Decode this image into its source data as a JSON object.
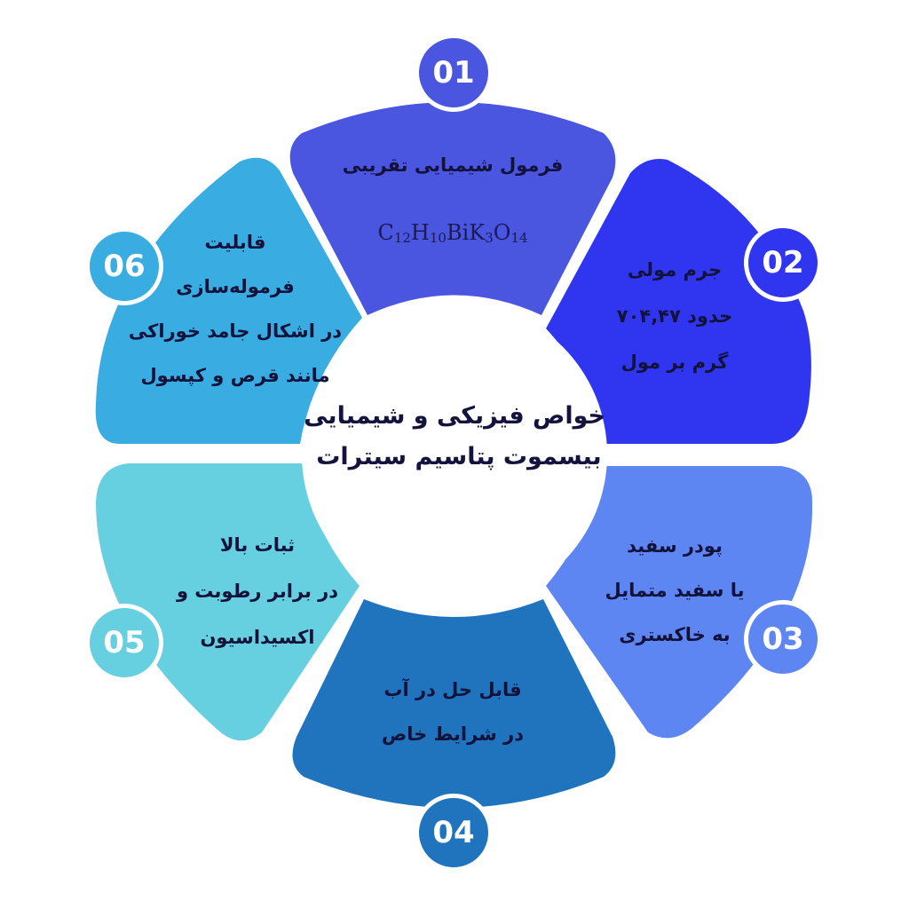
{
  "title": {
    "line1": "خواص فیزیکی و شیمیایی",
    "line2": "بیسموت پتاسیم سیترات"
  },
  "colors": {
    "s01": "#4a55e0",
    "s02": "#3036ef",
    "s03": "#5e86f2",
    "s04": "#1f74bd",
    "s05": "#66cfe0",
    "s06": "#39ace2"
  },
  "segments": [
    {
      "number": "01",
      "lines": [
        "فرمول شیمیایی تقریبی"
      ],
      "formula": {
        "parts": [
          "C",
          "12",
          "H",
          "10",
          "BiK",
          "3",
          "O",
          "14"
        ]
      }
    },
    {
      "number": "02",
      "lines": [
        "جرم مولی",
        "حدود ۷۰۴,۴۷",
        "گرم بر مول"
      ]
    },
    {
      "number": "03",
      "lines": [
        "پودر سفید",
        "یا سفید متمایل",
        "به خاکستری"
      ]
    },
    {
      "number": "04",
      "lines": [
        "قابل حل در آب",
        "در شرایط خاص"
      ]
    },
    {
      "number": "05",
      "lines": [
        "ثبات بالا",
        "در برابر رطوبت و",
        "اکسیداسیون"
      ]
    },
    {
      "number": "06",
      "lines": [
        "قابلیت",
        "فرموله‌سازی",
        "در اشکال جامد خوراکی",
        "مانند قرص و کپسول"
      ]
    }
  ]
}
